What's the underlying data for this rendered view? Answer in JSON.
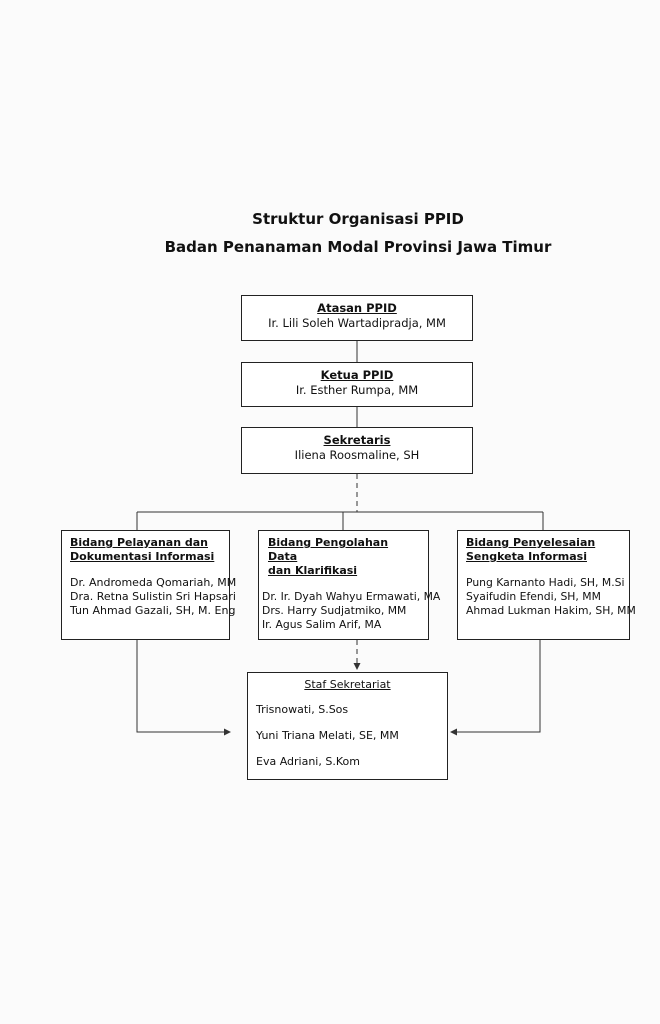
{
  "title_line1": "Struktur Organisasi PPID",
  "title_line2": "Badan Penanaman Modal Provinsi Jawa Timur",
  "atasan": {
    "role": "Atasan PPID",
    "name": "Ir. Lili Soleh Wartadipradja, MM"
  },
  "ketua": {
    "role": "Ketua PPID",
    "name": "Ir. Esther Rumpa, MM"
  },
  "sekretaris": {
    "role": "Sekretaris",
    "name": "Iliena Roosmaline, SH"
  },
  "departments": [
    {
      "role_line1": "Bidang Pelayanan dan",
      "role_line2": "Dokumentasi Informasi",
      "members": [
        "Dr. Andromeda Qomariah, MM",
        "Dra. Retna Sulistin Sri Hapsari",
        "Tun Ahmad Gazali, SH, M. Eng"
      ]
    },
    {
      "role_line1": "Bidang Pengolahan Data",
      "role_line2": "dan Klarifikasi",
      "members": [
        "Dr. Ir. Dyah Wahyu Ermawati, MA",
        "Drs. Harry Sudjatmiko, MM",
        "Ir. Agus Salim Arif, MA"
      ]
    },
    {
      "role_line1": "Bidang Penyelesaian",
      "role_line2": "Sengketa Informasi",
      "members": [
        "Pung Karnanto Hadi, SH, M.Si",
        "Syaifudin Efendi, SH, MM",
        "Ahmad Lukman Hakim, SH, MM"
      ]
    }
  ],
  "staff": {
    "role": "Staf Sekretariat",
    "members": [
      "Trisnowati, S.Sos",
      "Yuni Triana Melati, SE, MM",
      "Eva Adriani, S.Kom"
    ]
  }
}
